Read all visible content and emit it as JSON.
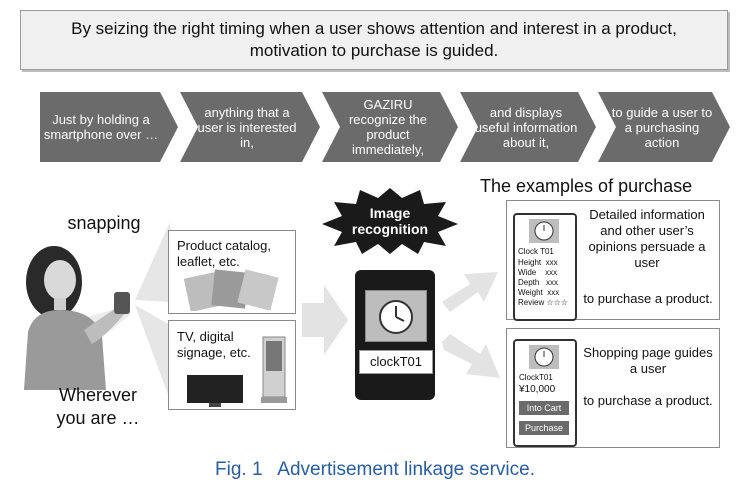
{
  "banner": {
    "line1": "By seizing the right timing when a user shows attention and interest in a product,",
    "line2": "motivation to purchase is guided."
  },
  "flow_steps": [
    "Just by holding a smartphone over …",
    "anything that a user is interested in,",
    "GAZIRU recognize the product immediately,",
    "and displays useful information about it,",
    "to guide a user to a purchasing action"
  ],
  "left": {
    "snapping": "snapping",
    "wherever1": "Wherever",
    "wherever2": "you are …"
  },
  "sources": {
    "catalog": "Product catalog, leaflet, etc.",
    "tv": "TV, digital signage, etc."
  },
  "center": {
    "burst1": "Image",
    "burst2": "recognition",
    "product_label": "clockT01"
  },
  "examples": {
    "title": "The examples of purchase",
    "card1": {
      "name": "Clock T01",
      "rows": [
        "Height  xxx",
        "Wide    xxx",
        "Depth   xxx",
        "Weight  xxx",
        "Review ☆☆☆"
      ],
      "text1": "Detailed information and other user’s opinions persuade a user",
      "text2": "to purchase a product."
    },
    "card2": {
      "name": "ClockT01",
      "price": "¥10,000",
      "btn1": "Into Cart",
      "btn2": "Purchase",
      "text1": "Shopping page guides a user",
      "text2": "to purchase a product."
    }
  },
  "caption": "Fig. 1   Advertisement linkage service.",
  "colors": {
    "chevron": "#6b6b6b",
    "caption": "#2b5d9b",
    "panel": "#f0f0f0"
  }
}
